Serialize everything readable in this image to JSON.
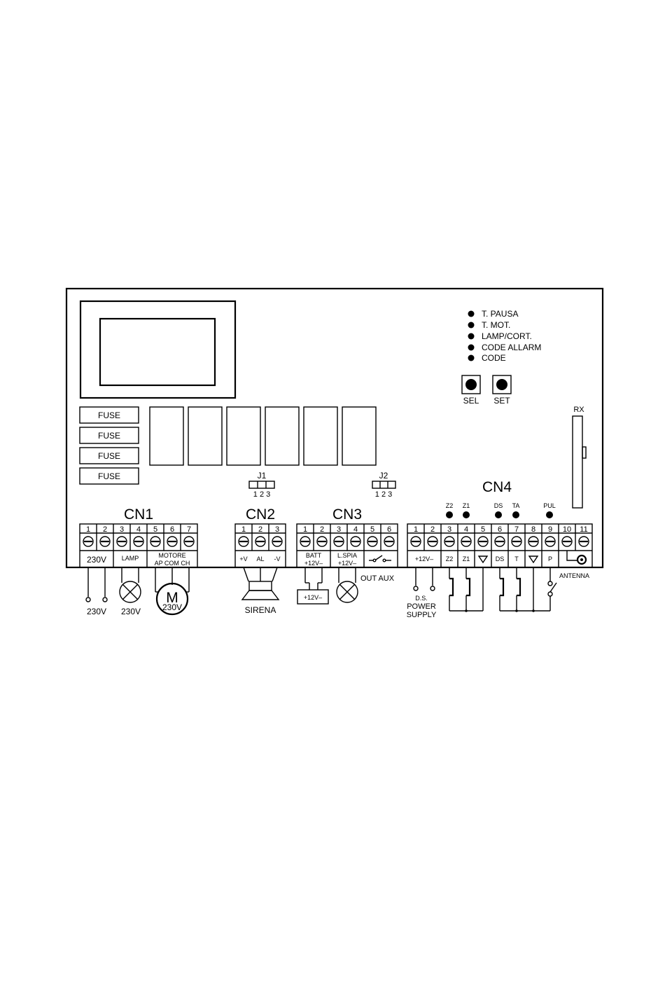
{
  "leds": [
    "T. PAUSA",
    "T. MOT.",
    "LAMP/CORT.",
    "CODE ALLARM",
    "CODE"
  ],
  "buttons": {
    "sel": "SEL",
    "set": "SET"
  },
  "rx_label": "RX",
  "fuses": [
    "FUSE",
    "FUSE",
    "FUSE",
    "FUSE"
  ],
  "jumpers": {
    "j1": {
      "name": "J1",
      "pins": "1 2 3"
    },
    "j2": {
      "name": "J2",
      "pins": "1 2 3"
    }
  },
  "cn1": {
    "title": "CN1",
    "pins": [
      "1",
      "2",
      "3",
      "4",
      "5",
      "6",
      "7"
    ],
    "label_230v": "230V",
    "label_lamp": "LAMP",
    "label_motore": "MOTORE",
    "label_motore_sub": "AP COM CH",
    "ext_230v": "230V",
    "ext_lamp_230v": "230V",
    "motor_m": "M",
    "motor_230v": "230V"
  },
  "cn2": {
    "title": "CN2",
    "pins": [
      "1",
      "2",
      "3"
    ],
    "labels": [
      "+V",
      "AL",
      "-V"
    ],
    "sirena": "SIRENA"
  },
  "cn3": {
    "title": "CN3",
    "pins": [
      "1",
      "2",
      "3",
      "4",
      "5",
      "6"
    ],
    "batt": "BATT",
    "batt_sub": "+12V–",
    "lspia": "L.SPIA",
    "lspia_sub": "+12V–",
    "battery_box": "+12V–",
    "out_aux": "OUT AUX"
  },
  "cn4": {
    "title": "CN4",
    "pins": [
      "1",
      "2",
      "3",
      "4",
      "5",
      "6",
      "7",
      "8",
      "9",
      "10",
      "11"
    ],
    "led_labels": [
      "Z2",
      "Z1",
      "DS",
      "TA",
      "PUL"
    ],
    "label_12v": "+12V–",
    "labels": [
      "Z2",
      "Z1",
      "DS",
      "T",
      "P"
    ],
    "antenna": "ANTENNA",
    "ds_power": [
      "D.S.",
      "POWER",
      "SUPPLY"
    ]
  }
}
